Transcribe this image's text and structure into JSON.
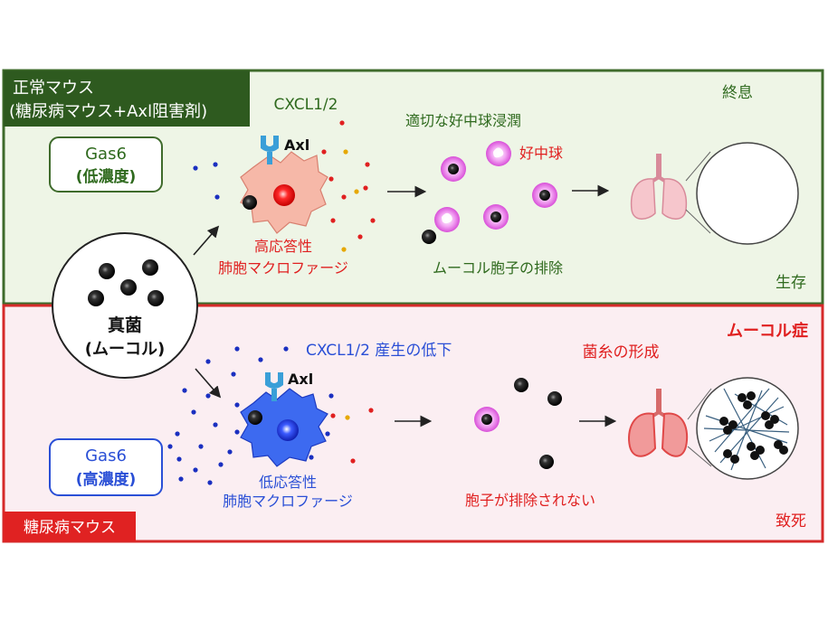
{
  "top_panel": {
    "header_line1": "正常マウス",
    "header_line2": "(糖尿病マウス+Axl阻害剤)",
    "gas6_line1": "Gas6",
    "gas6_line2": "(低濃度)",
    "cxcl_label": "CXCL1/2",
    "axl_label": "Axl",
    "macrophage_line1": "高応答性",
    "macrophage_line2": "肺胞マクロファージ",
    "infiltration_label": "適切な好中球浸潤",
    "neutrophil_label": "好中球",
    "clearance_label": "ムーコル胞子の排除",
    "resolution_label": "終息",
    "outcome_label": "生存"
  },
  "fungus": {
    "line1": "真菌",
    "line2": "(ムーコル)"
  },
  "bottom_panel": {
    "header": "糖尿病マウス",
    "gas6_line1": "Gas6",
    "gas6_line2": "(高濃度)",
    "cxcl_label": "CXCL1/2 産生の低下",
    "axl_label": "Axl",
    "macrophage_line1": "低応答性",
    "macrophage_line2": "肺胞マクロファージ",
    "hyphae_label": "菌糸の形成",
    "disease_label": "ムーコル症",
    "not_cleared_label": "胞子が排除されない",
    "outcome_label": "致死"
  },
  "colors": {
    "top_border": "#3f6b2c",
    "top_fill": "#eef5e6",
    "top_header_bg": "#2e5a1f",
    "bottom_border": "#d62a2a",
    "bottom_fill": "#fbeef2",
    "bottom_header_bg": "#e02222",
    "red_text": "#e02020",
    "blue_text": "#2a4fd6",
    "green_text": "#2f6a1e",
    "macrophage_top": "#f6b8a8",
    "macrophage_bottom": "#3d6af0",
    "neutrophil": "#e070e0",
    "axl": "#3a9fd8"
  }
}
